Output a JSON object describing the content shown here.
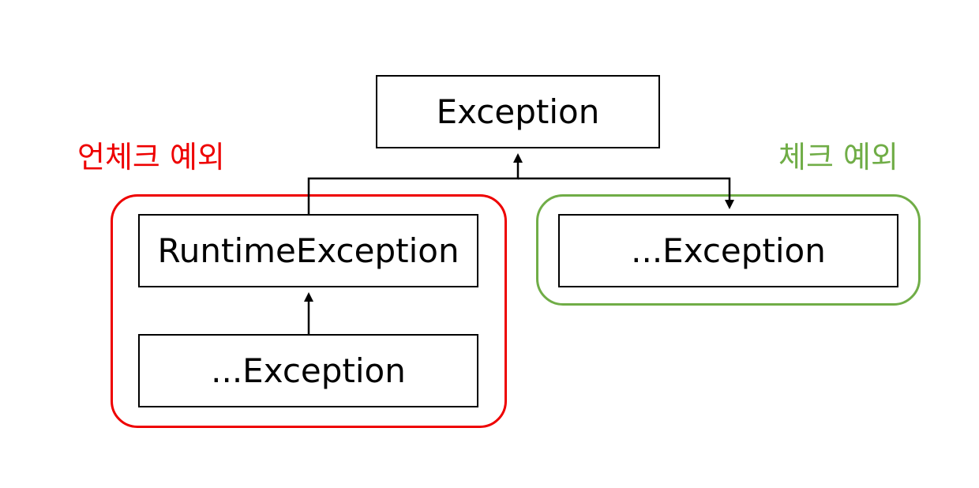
{
  "nodes": {
    "root": "Exception",
    "runtime": "RuntimeException",
    "unchecked_sub": "...Exception",
    "checked_sub": "...Exception"
  },
  "groups": {
    "unchecked": {
      "label": "언체크 예외",
      "color": "#ee0000"
    },
    "checked": {
      "label": "체크 예외",
      "color": "#70ad47"
    }
  }
}
